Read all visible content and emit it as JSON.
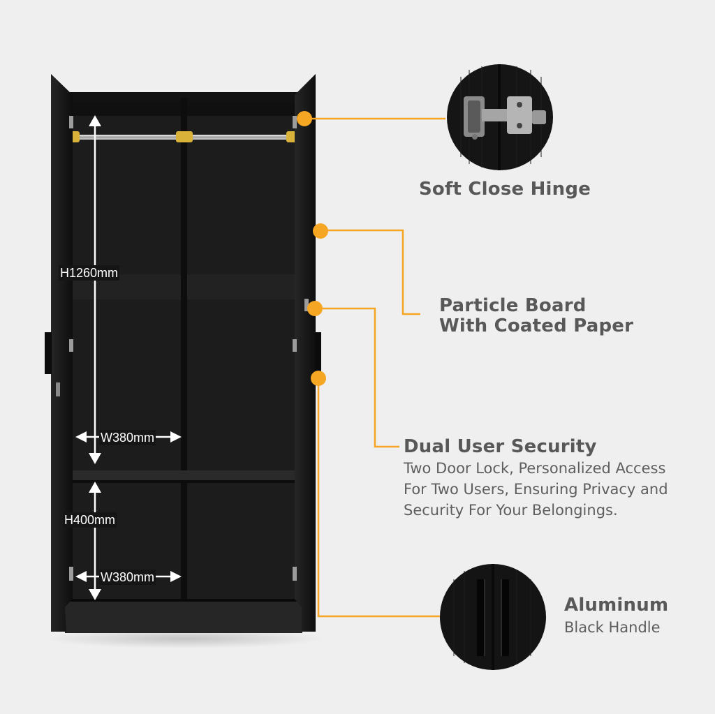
{
  "colors": {
    "background": "#efefef",
    "accent": "#f5a623",
    "cabinet": "#141414",
    "text": "#585858"
  },
  "features": [
    {
      "title": "Soft Close Hinge",
      "icon": "hinge-closeup-icon"
    },
    {
      "title_lines": [
        "Particle Board",
        "With Coated Paper"
      ]
    },
    {
      "title": "Dual User Security",
      "description_lines": [
        "Two Door Lock, Personalized Access",
        "For Two Users, Ensuring Privacy and",
        "Security For Your Belongings."
      ]
    },
    {
      "title": "Aluminum",
      "subtitle": "Black Handle",
      "icon": "handle-closeup-icon"
    }
  ],
  "dimensions": {
    "upper_height": "H1260mm",
    "upper_width": "W380mm",
    "lower_height": "H400mm",
    "lower_width": "W380mm"
  }
}
